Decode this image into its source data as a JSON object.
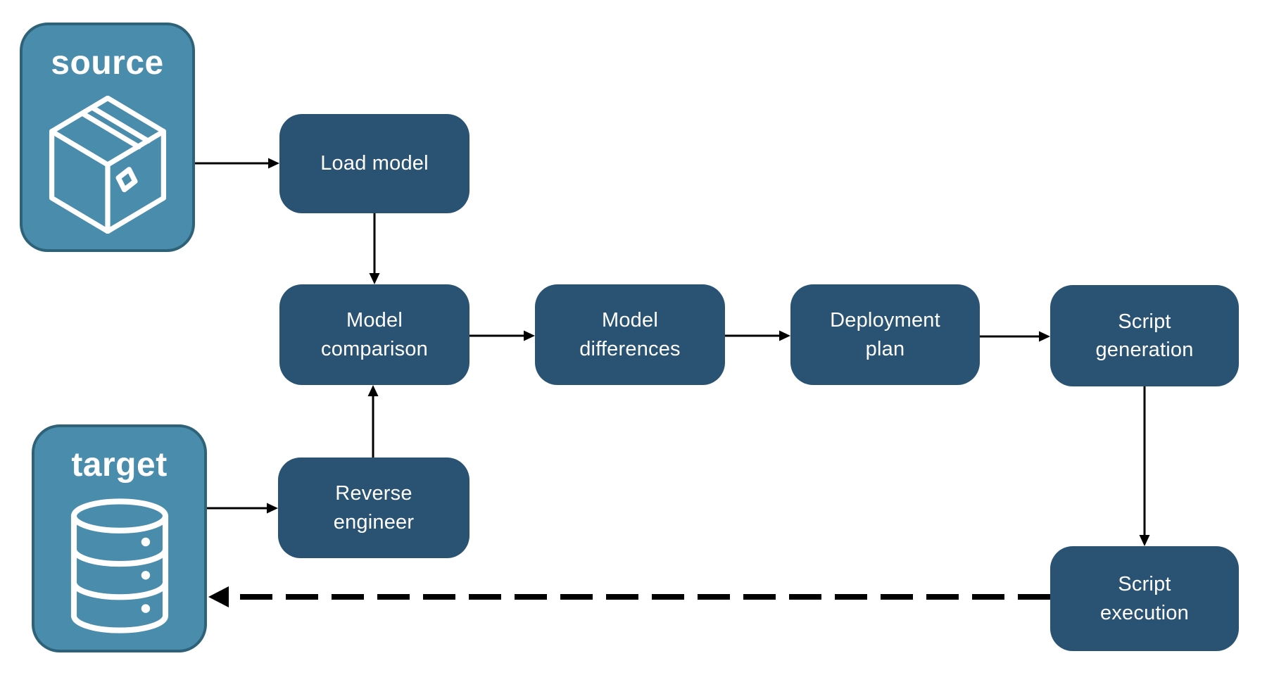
{
  "diagram": {
    "containers": [
      {
        "id": "source",
        "label": "source",
        "icon": "package-icon"
      },
      {
        "id": "target",
        "label": "target",
        "icon": "database-icon"
      }
    ],
    "nodes": [
      {
        "id": "load-model",
        "label": "Load model"
      },
      {
        "id": "model-comparison",
        "label": "Model comparison"
      },
      {
        "id": "model-differences",
        "label": "Model differences"
      },
      {
        "id": "deployment-plan",
        "label": "Deployment plan"
      },
      {
        "id": "script-generation",
        "label": "Script generation"
      },
      {
        "id": "reverse-engineer",
        "label": "Reverse engineer"
      },
      {
        "id": "script-execution",
        "label": "Script execution"
      }
    ],
    "edges": [
      {
        "from": "source",
        "to": "load-model",
        "style": "solid"
      },
      {
        "from": "load-model",
        "to": "model-comparison",
        "style": "solid"
      },
      {
        "from": "model-comparison",
        "to": "model-differences",
        "style": "solid"
      },
      {
        "from": "model-differences",
        "to": "deployment-plan",
        "style": "solid"
      },
      {
        "from": "deployment-plan",
        "to": "script-generation",
        "style": "solid"
      },
      {
        "from": "script-generation",
        "to": "script-execution",
        "style": "solid"
      },
      {
        "from": "target",
        "to": "reverse-engineer",
        "style": "solid"
      },
      {
        "from": "reverse-engineer",
        "to": "model-comparison",
        "style": "solid"
      },
      {
        "from": "script-execution",
        "to": "target",
        "style": "dashed"
      }
    ],
    "colors": {
      "container_fill": "#4A8CAB",
      "container_border": "#2E6278",
      "node_fill": "#2A5373",
      "label_text": "#FFFFFF",
      "arrow": "#000000",
      "background": "#FFFFFF"
    }
  }
}
